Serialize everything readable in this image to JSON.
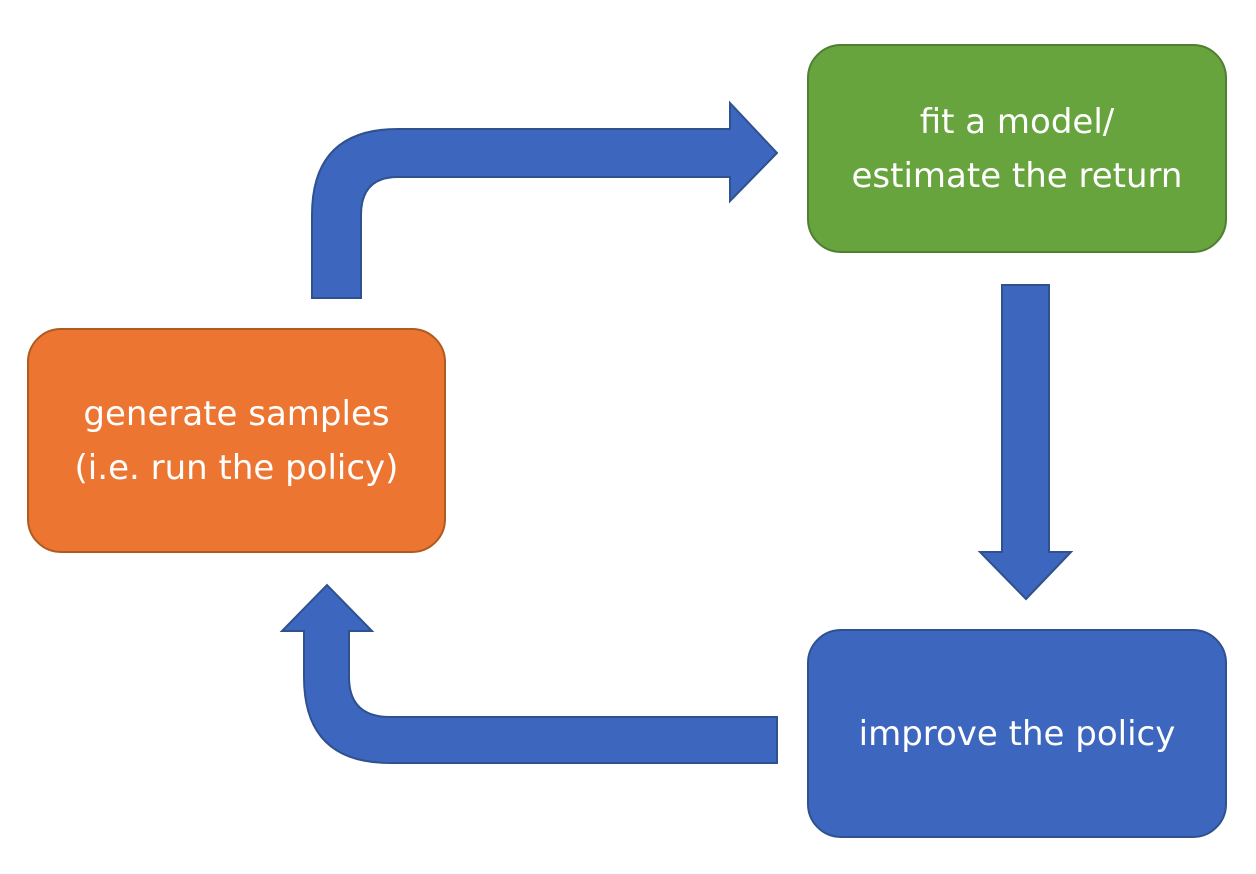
{
  "colors": {
    "orange": "#ed7532",
    "green": "#67a43e",
    "blue": "#3d66bf",
    "arrow": "#3d66bf",
    "arrow_stroke": "#2f528f",
    "text": "#ffffff"
  },
  "nodes": {
    "generate": {
      "line1": "generate samples",
      "line2": "(i.e. run the policy)"
    },
    "fit": {
      "line1": "fit a model/",
      "line2": "estimate the return"
    },
    "improve": {
      "line1": "improve the policy"
    }
  },
  "edges": [
    {
      "from": "generate samples",
      "to": "fit a model/ estimate the return"
    },
    {
      "from": "fit a model/ estimate the return",
      "to": "improve the policy"
    },
    {
      "from": "improve the policy",
      "to": "generate samples"
    }
  ]
}
